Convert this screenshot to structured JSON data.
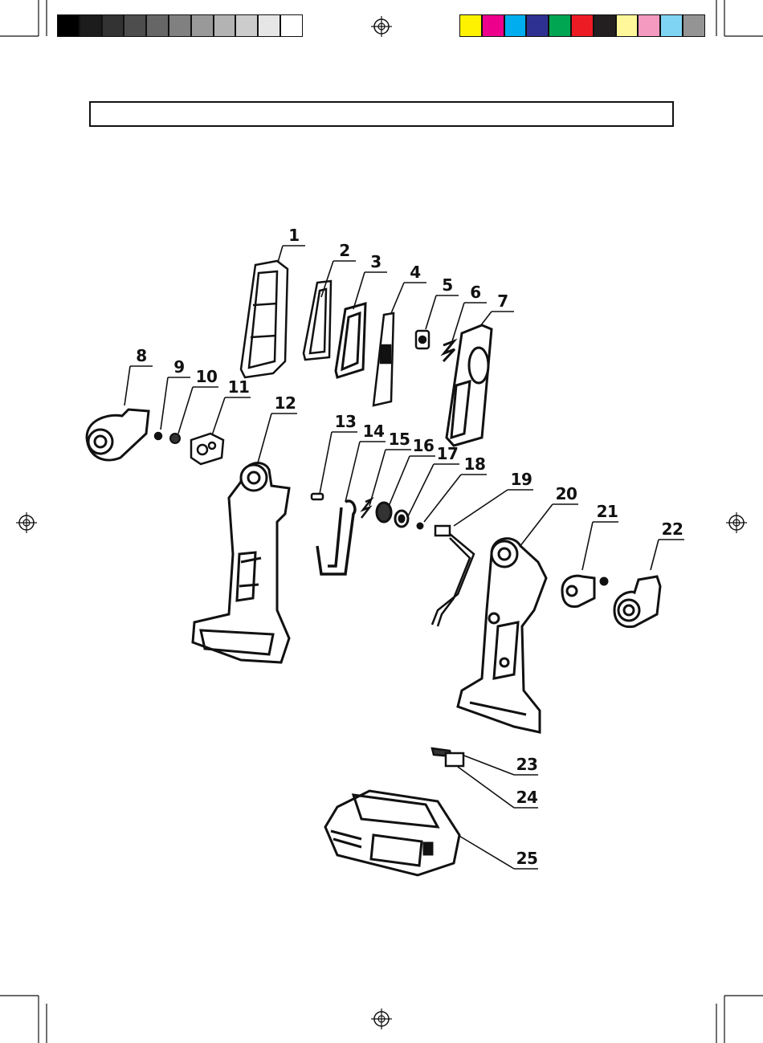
{
  "color_bar": {
    "grayscale": [
      "#000000",
      "#1c1c1c",
      "#333333",
      "#4d4d4d",
      "#666666",
      "#808080",
      "#999999",
      "#b3b3b3",
      "#cccccc",
      "#e6e6e6",
      "#ffffff"
    ],
    "process": [
      "#fff200",
      "#ec008c",
      "#00aeef",
      "#2e3192",
      "#00a651",
      "#ed1c24",
      "#231f20",
      "#fff799",
      "#f49ac1",
      "#7fd4f4",
      "#949494"
    ]
  },
  "title_box": {
    "text": ""
  },
  "diagram": {
    "part_numbers": [
      "1",
      "2",
      "3",
      "4",
      "5",
      "6",
      "7",
      "8",
      "9",
      "10",
      "11",
      "12",
      "13",
      "14",
      "15",
      "16",
      "17",
      "18",
      "19",
      "20",
      "21",
      "22",
      "23",
      "24",
      "25"
    ]
  }
}
